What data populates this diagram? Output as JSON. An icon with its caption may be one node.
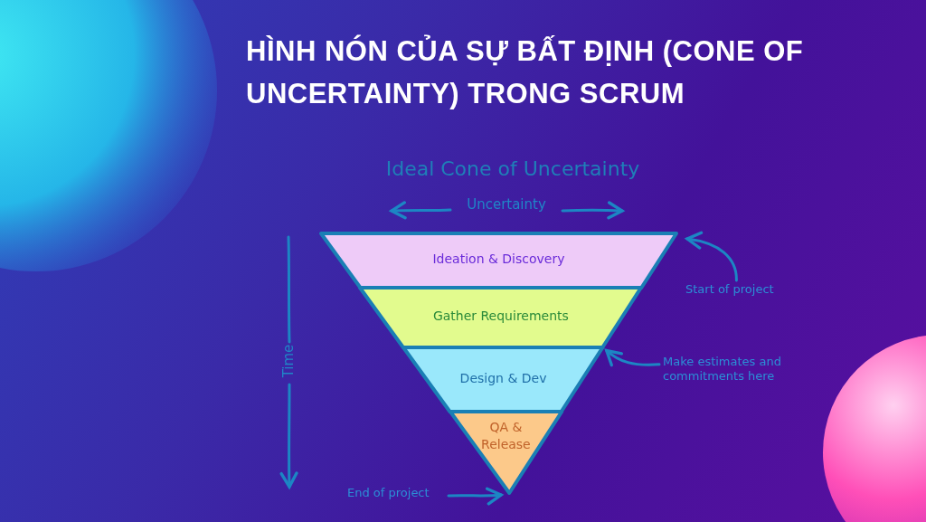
{
  "diagram": {
    "title": "HÌNH NÓN CỦA SỰ BẤT ĐỊNH (CONE OF UNCERTAINTY) TRONG SCRUM",
    "nodes": [
      {
        "text": [
          "Ideation & Discovery"
        ]
      },
      {
        "text": [
          "Gather Requirements"
        ]
      },
      {
        "text": [
          "Design & Dev"
        ]
      },
      {
        "text": [
          "QA & Release"
        ]
      },
      {
        "text": [
          "Start of project"
        ]
      },
      {
        "text": [
          "Make estimates and commitments here"
        ]
      },
      {
        "text": [
          "End of project"
        ]
      }
    ],
    "edges": [
      {
        "from": 4,
        "to": 0,
        "arrow": "to"
      },
      {
        "from": 5,
        "to": 2,
        "arrow": "to"
      },
      {
        "from": 6,
        "to": 3,
        "arrow": "to"
      }
    ],
    "labels": [
      "Ideal Cone of Uncertainty",
      "Uncertainty",
      "Time"
    ]
  }
}
